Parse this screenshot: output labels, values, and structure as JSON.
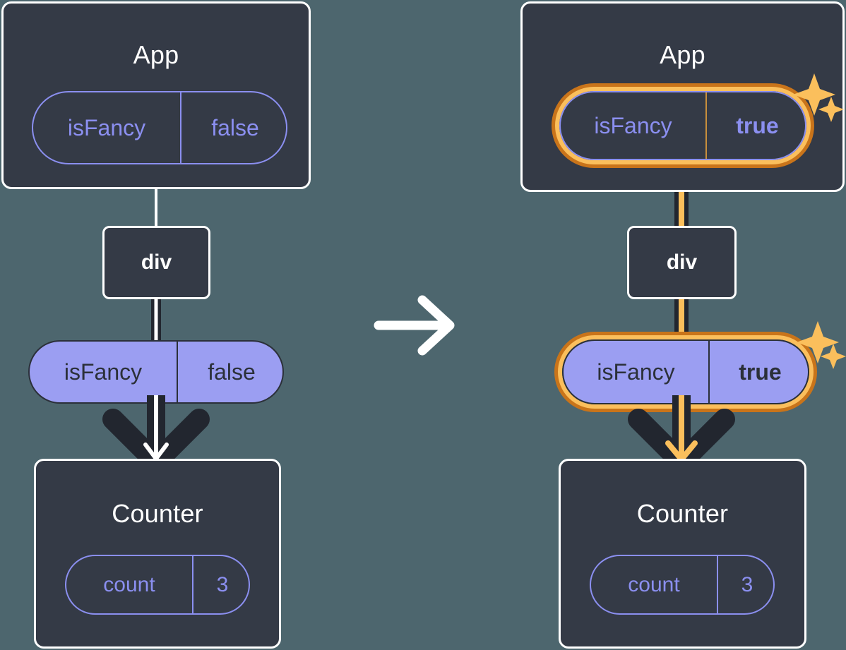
{
  "diagram": {
    "title_semantic": "react-state-propagation-before-after",
    "background_color": "#4d666e",
    "transition_arrow": {
      "icon": "arrow-right-icon",
      "color": "#ffffff"
    },
    "panels": [
      {
        "id": "before",
        "state_highlight": false,
        "app": {
          "title": "App",
          "pill": {
            "key": "isFancy",
            "value": "false",
            "style": "outline",
            "highlighted": false
          }
        },
        "div": {
          "label": "div"
        },
        "prop": {
          "key": "isFancy",
          "value": "false",
          "style": "filled",
          "highlighted": false
        },
        "counter": {
          "title": "Counter",
          "pill": {
            "key": "count",
            "value": "3",
            "style": "outline",
            "highlighted": false
          }
        },
        "connector_color": "#ffffff",
        "arrow_color": "#ffffff"
      },
      {
        "id": "after",
        "state_highlight": true,
        "app": {
          "title": "App",
          "pill": {
            "key": "isFancy",
            "value": "true",
            "style": "outline",
            "highlighted": true
          }
        },
        "div": {
          "label": "div"
        },
        "prop": {
          "key": "isFancy",
          "value": "true",
          "style": "filled",
          "highlighted": true
        },
        "counter": {
          "title": "Counter",
          "pill": {
            "key": "count",
            "value": "3",
            "style": "outline",
            "highlighted": false
          }
        },
        "connector_color": "#fbbf5c",
        "arrow_color": "#fbbf5c"
      }
    ],
    "colors": {
      "background": "#4d666e",
      "panel_fill": "#343a46",
      "panel_border": "#ffffff",
      "pill_purple_fill": "#9b9ef2",
      "pill_purple_outline": "#8b8ff0",
      "dark_stroke": "#22262f",
      "highlight_outer": "#c9741a",
      "highlight_inner": "#fbbf5c",
      "sparkle": "#fbbf5c"
    },
    "icons": {
      "sparkle": "sparkle-icon",
      "arrow_right": "arrow-right-icon",
      "arrow_down": "arrow-down-icon"
    }
  }
}
